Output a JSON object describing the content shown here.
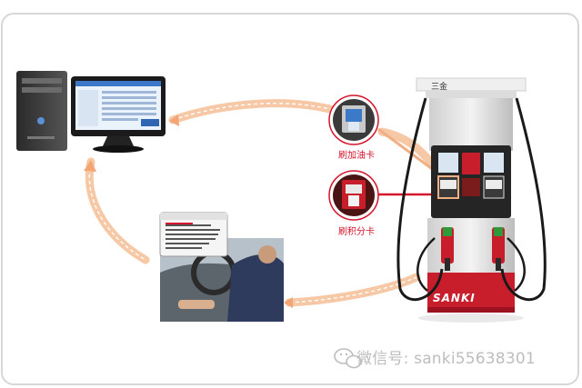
{
  "labels": {
    "fuel_card": "刷加油卡",
    "points_card": "刷积分卡"
  },
  "pump": {
    "brand_top": "三金",
    "brand_bottom": "SANKI"
  },
  "watermark": {
    "text": "微信号: sanki55638301",
    "icon": "wechat-icon"
  },
  "colors": {
    "arrow": "#f0b084",
    "red": "#d4142b",
    "green": "#2e9a3a"
  }
}
